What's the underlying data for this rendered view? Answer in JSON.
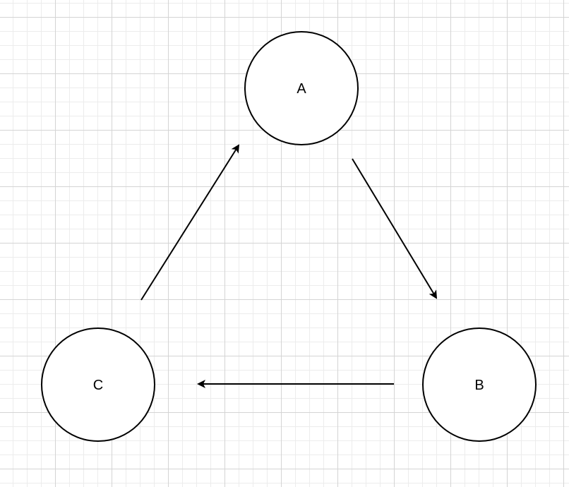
{
  "diagram": {
    "nodes": [
      {
        "id": "A",
        "label": "A"
      },
      {
        "id": "B",
        "label": "B"
      },
      {
        "id": "C",
        "label": "C"
      }
    ],
    "edges": [
      {
        "from": "A",
        "to": "B"
      },
      {
        "from": "B",
        "to": "C"
      },
      {
        "from": "C",
        "to": "A"
      }
    ]
  },
  "colors": {
    "stroke": "#000000",
    "background": "#ffffff",
    "grid_major": "#d4d4d4",
    "grid_minor": "#ececec"
  }
}
